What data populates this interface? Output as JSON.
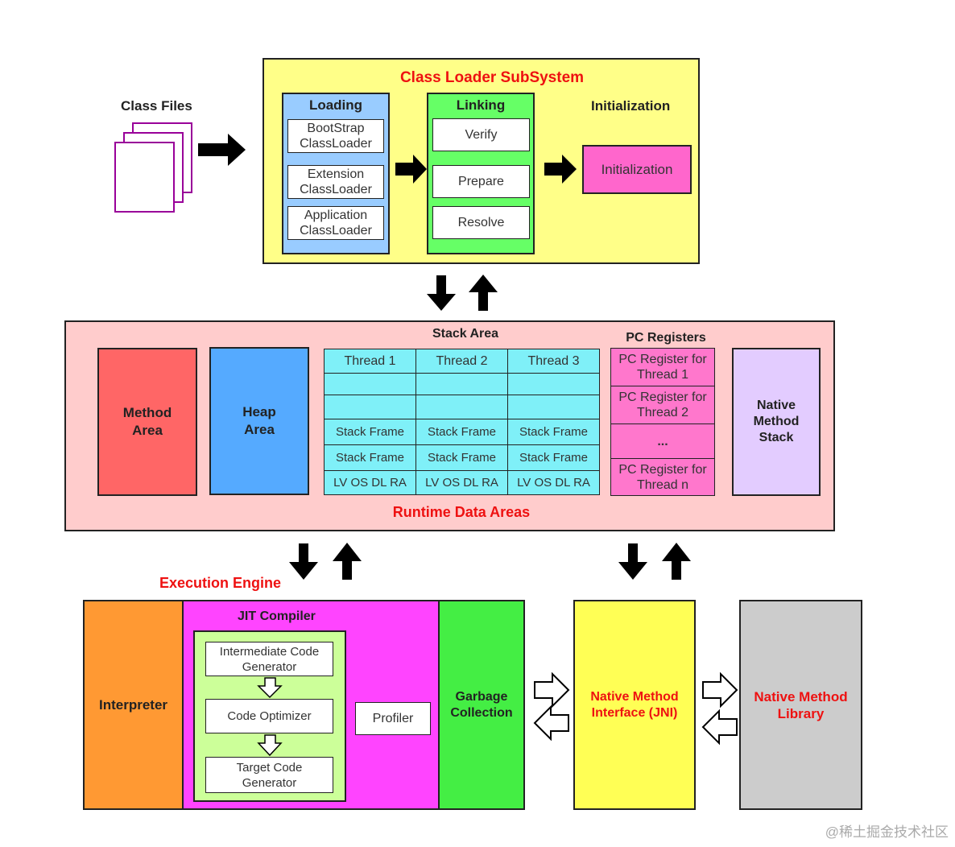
{
  "colors": {
    "classLoaderBg": "#ffff88",
    "loadingBg": "#99ccff",
    "linkingBg": "#66ff66",
    "initBoxBg": "#ff66cc",
    "runtimeBg": "#ffcccc",
    "methodAreaBg": "#ff6666",
    "heapAreaBg": "#55aaff",
    "stackCellBg": "#88eeff",
    "pcRegBg": "#ff88cc",
    "nativeStackBg": "#e3ccff",
    "interpreterBg": "#ff9933",
    "jitBg": "#ff44ff",
    "jitInnerBg": "#ccff99",
    "gcBg": "#44ee44",
    "nmiBg": "#ffff55",
    "nmlBg": "#cccccc",
    "redTitle": "#ee1111",
    "fileOutline": "#990099"
  },
  "class_files": {
    "label": "Class Files"
  },
  "class_loader": {
    "title": "Class Loader SubSystem",
    "loading": {
      "title": "Loading",
      "items": [
        "BootStrap ClassLoader",
        "Extension ClassLoader",
        "Application ClassLoader"
      ]
    },
    "linking": {
      "title": "Linking",
      "items": [
        "Verify",
        "Prepare",
        "Resolve"
      ]
    },
    "initialization": {
      "title": "Initialization",
      "box": "Initialization"
    }
  },
  "runtime": {
    "title": "Runtime Data Areas",
    "method_area": "Method Area",
    "heap_area": "Heap Area",
    "stack_area": {
      "title": "Stack Area",
      "threads": [
        "Thread 1",
        "Thread 2",
        "Thread 3"
      ],
      "frame_label": "Stack Frame",
      "locals_label": "LV OS DL RA"
    },
    "pc_registers": {
      "title": "PC Registers",
      "items": [
        "PC Register for Thread 1",
        "PC Register for Thread 2",
        "...",
        "PC Register for Thread n"
      ]
    },
    "native_stack": "Native Method Stack"
  },
  "execution_engine": {
    "title": "Execution Engine",
    "interpreter": "Interpreter",
    "jit": {
      "title": "JIT Compiler",
      "steps": [
        "Intermediate Code Generator",
        "Code Optimizer",
        "Target Code Generator"
      ],
      "profiler": "Profiler"
    },
    "gc": "Garbage Collection"
  },
  "native_interface": "Native Method Interface (JNI)",
  "native_library": "Native Method Library",
  "watermark": "@稀土掘金技术社区"
}
